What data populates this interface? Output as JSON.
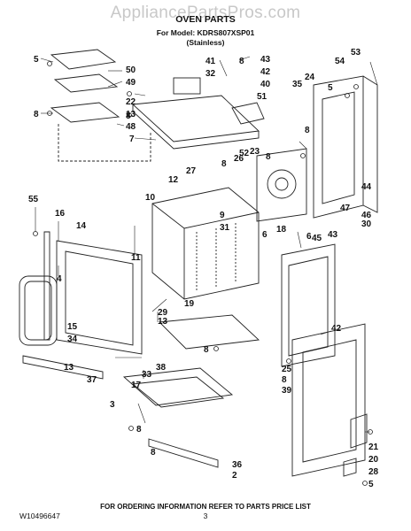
{
  "watermark": "AppliancePartsPros.com",
  "title": "OVEN PARTS",
  "model_line": "For Model: KDRS807XSP01",
  "finish": "(Stainless)",
  "footer_note": "FOR ORDERING INFORMATION REFER TO PARTS PRICE LIST",
  "doc_number": "W10496647",
  "page_number": "3",
  "part_labels": [
    "5",
    "50",
    "49",
    "8",
    "48",
    "13",
    "22",
    "8",
    "7",
    "41",
    "32",
    "8",
    "43",
    "42",
    "40",
    "51",
    "52",
    "27",
    "23",
    "26",
    "8",
    "12",
    "10",
    "9",
    "31",
    "11",
    "55",
    "16",
    "14",
    "4",
    "29",
    "13",
    "19",
    "15",
    "34",
    "13",
    "37",
    "38",
    "17",
    "33",
    "3",
    "8",
    "53",
    "54",
    "5",
    "24",
    "35",
    "8",
    "44",
    "30",
    "46",
    "47",
    "43",
    "45",
    "6",
    "6",
    "18",
    "42",
    "25",
    "8",
    "39",
    "36",
    "2",
    "21",
    "20",
    "28",
    "5",
    "8",
    "8",
    "8"
  ]
}
